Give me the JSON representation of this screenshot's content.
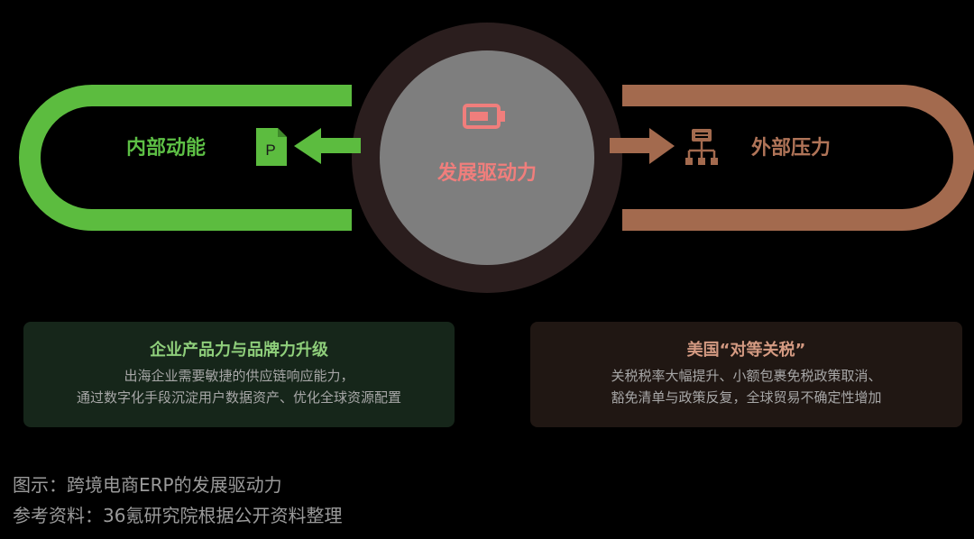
{
  "diagram": {
    "center_label": "发展驱动力",
    "left_label": "内部动能",
    "right_label": "外部压力",
    "colors": {
      "green": "#5cbc3f",
      "brown": "#a36a4e",
      "center_ring": "#2b1e1e",
      "center_fill": "#7e7e7e",
      "center_accent": "#f07e7c"
    },
    "icons": {
      "center": "battery-icon",
      "left": "document-p-icon",
      "right": "hierarchy-icon",
      "left_arrow": "arrow-left-icon",
      "right_arrow": "arrow-right-icon"
    }
  },
  "cards": {
    "internal": {
      "title": "企业产品力与品牌力升级",
      "line1": "出海企业需要敏捷的供应链响应能力，",
      "line2": "通过数字化手段沉淀用户数据资产、优化全球资源配置"
    },
    "external": {
      "title": "美国“对等关税”",
      "line1": "关税税率大幅提升、小额包裹免税政策取消、",
      "line2": "豁免清单与政策反复，全球贸易不确定性增加"
    }
  },
  "footer": {
    "caption": "图示：跨境电商ERP的发展驱动力",
    "source": "参考资料：36氪研究院根据公开资料整理"
  }
}
